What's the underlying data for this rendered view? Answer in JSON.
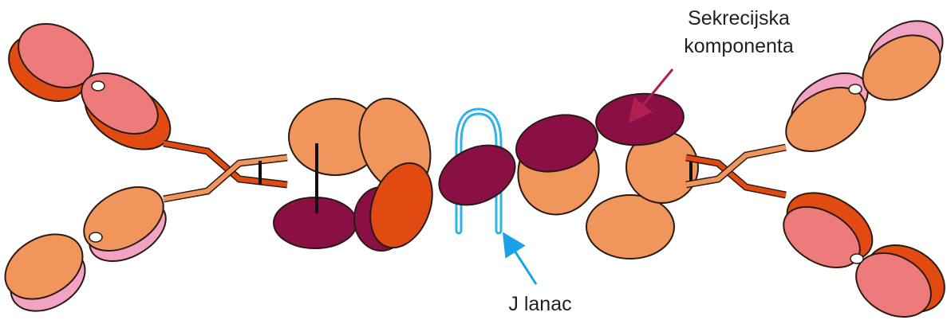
{
  "labels": {
    "secretory_component": [
      "Sekrecijska",
      "komponenta"
    ],
    "j_chain": "J lanac"
  },
  "colors": {
    "background": "#ffffff",
    "light_orange": "#f0955c",
    "dark_orange": "#e14b12",
    "salmon": "#ee7b7b",
    "pink": "#f2a3c4",
    "maroon": "#8a0f45",
    "j_chain_blue": "#2fb2e6",
    "arrow_blue": "#1aa2e8",
    "arrow_maroon": "#b0204f",
    "outline": "#2b1a12"
  }
}
